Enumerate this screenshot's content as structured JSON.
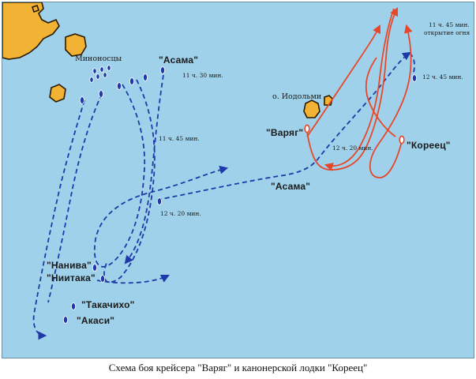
{
  "map": {
    "caption": "Схема боя крейсера \"Варяг\" и канонерской лодки \"Кореец\"",
    "colors": {
      "sea": "#9fd2ea",
      "land": "#f2b233",
      "land_outline": "#2a1a00",
      "japanese": "#1f3aa8",
      "russian": "#e8462a"
    },
    "labels": {
      "torpedo_boats": "Миноносцы",
      "asama_top": "\"Асама\"",
      "time_1130": "11 ч. 30 мин.",
      "time_1145_left": "11 ч. 45 мин.",
      "time_1220_left": "12 ч. 20 мин.",
      "time_1220_right": "12 ч. 20 мин.",
      "time_1145_right": "11 ч. 45 мин.",
      "fire_opened": "открытие огня",
      "time_1245": "12 ч. 45 мин.",
      "island": "о. Иодольми",
      "varyag": "\"Варяг\"",
      "koreets": "\"Кореец\"",
      "asama_mid": "\"Асама\"",
      "naniwa": "\"Нанива\"",
      "niitaka": "\"Ниитака\"",
      "takachiho": "\"Такачихо\"",
      "akashi": "\"Акаси\""
    },
    "icons": {
      "japanese_ship": "ship-marker-icon",
      "russian_ship": "ship-marker-icon",
      "direction": "arrowhead-icon"
    }
  }
}
